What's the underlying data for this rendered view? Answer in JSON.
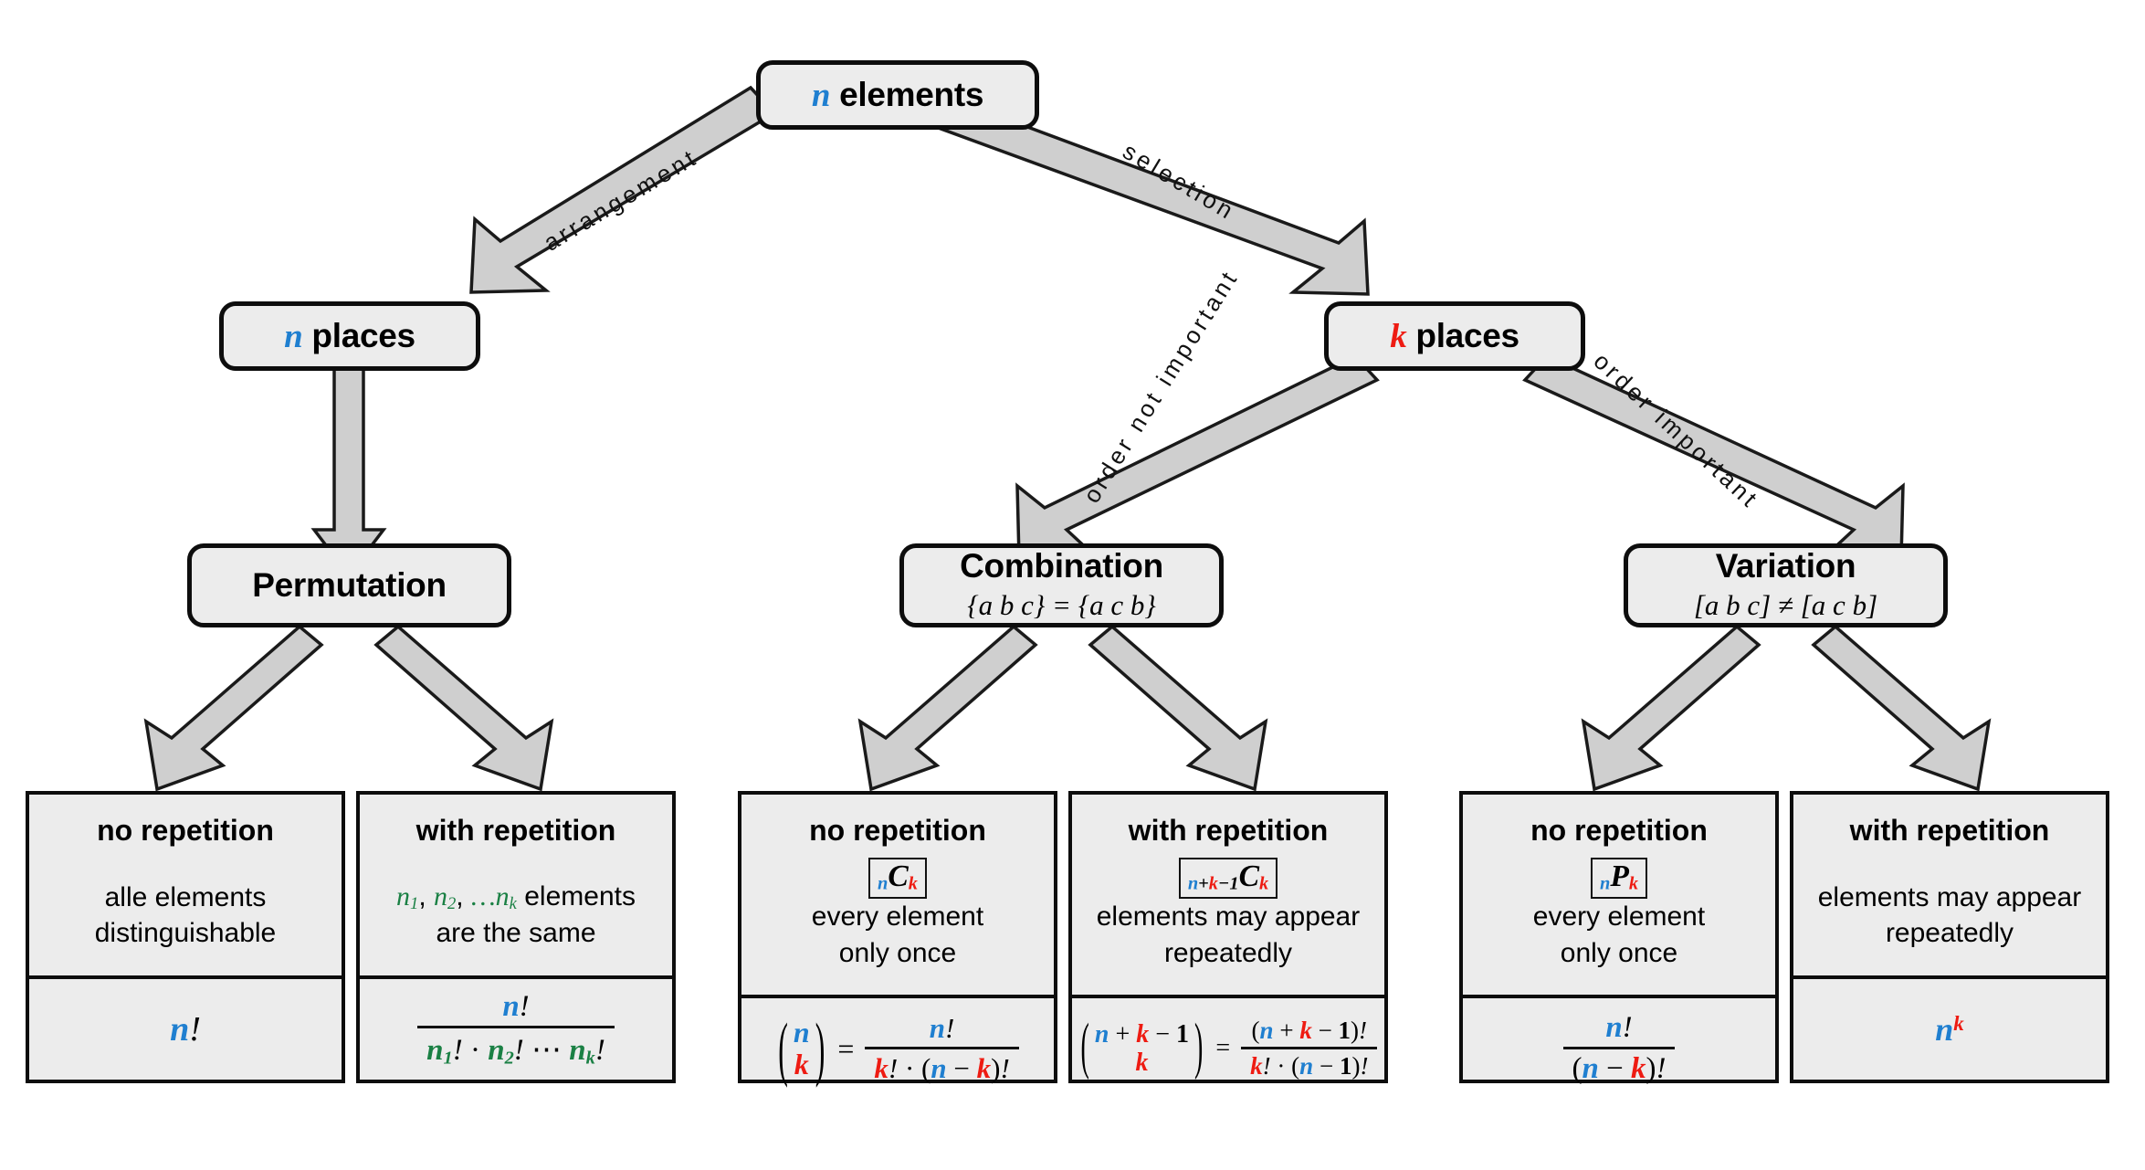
{
  "diagram": {
    "title": "Combinatorics decision tree",
    "colors": {
      "n_blue": "#1f7fd0",
      "k_red": "#ee1b12",
      "green": "#1a8044",
      "node_fill": "#ececec",
      "node_stroke": "#0d0d0d",
      "arrow_fill": "#cfcfcf",
      "arrow_stroke": "#1a1a1a",
      "background": "#ffffff"
    }
  },
  "nodes": {
    "root": {
      "var": "n",
      "label": "elements"
    },
    "n_places": {
      "var": "n",
      "label": "places"
    },
    "k_places": {
      "var": "k",
      "label": "places"
    },
    "permutation": {
      "title": "Permutation",
      "sub": ""
    },
    "combination": {
      "title": "Combination",
      "sub": "{a b c} = {a c b}"
    },
    "variation": {
      "title": "Variation",
      "sub": "[a b c] ≠ [a c b]"
    }
  },
  "edges": [
    {
      "id": "arrangement",
      "label": "arrangement",
      "from": "root",
      "to": "n_places"
    },
    {
      "id": "selection",
      "label": "selection",
      "from": "root",
      "to": "k_places"
    },
    {
      "id": "n-places-to-permutation",
      "label": "",
      "from": "n_places",
      "to": "permutation"
    },
    {
      "id": "order-not-important",
      "label": "order not important",
      "from": "k_places",
      "to": "combination"
    },
    {
      "id": "order-important",
      "label": "order important",
      "from": "k_places",
      "to": "variation"
    },
    {
      "id": "permutation-no-rep",
      "label": "",
      "from": "permutation",
      "to": "leaf1"
    },
    {
      "id": "permutation-with-rep",
      "label": "",
      "from": "permutation",
      "to": "leaf2"
    },
    {
      "id": "combination-no-rep",
      "label": "",
      "from": "combination",
      "to": "leaf3"
    },
    {
      "id": "combination-with-rep",
      "label": "",
      "from": "combination",
      "to": "leaf4"
    },
    {
      "id": "variation-no-rep",
      "label": "",
      "from": "variation",
      "to": "leaf5"
    },
    {
      "id": "variation-with-rep",
      "label": "",
      "from": "variation",
      "to": "leaf6"
    }
  ],
  "leaves": [
    {
      "id": "permutation-no-repetition",
      "head": "no repetition",
      "badge": "",
      "desc_line1": "alle elements",
      "desc_line2": "distinguishable",
      "formula_text": "n!"
    },
    {
      "id": "permutation-with-repetition",
      "head": "with repetition",
      "badge": "",
      "desc_line1": "n₁, n₂, … nₖ elements",
      "desc_line2": "are the same",
      "formula_text": "n! / (n₁! · n₂! ⋯ nₖ!)"
    },
    {
      "id": "combination-no-repetition",
      "head": "no repetition",
      "badge": "nCk",
      "desc_line1": "every element",
      "desc_line2": "only once",
      "formula_text": "(n over k) = n! / (k! · (n − k)!)"
    },
    {
      "id": "combination-with-repetition",
      "head": "with repetition",
      "badge": "n+k-1Ck",
      "desc_line1": "elements may appear",
      "desc_line2": "repeatedly",
      "formula_text": "(n + k − 1 over k) = (n + k − 1)! / (k! · (n − 1)!)"
    },
    {
      "id": "variation-no-repetition",
      "head": "no repetition",
      "badge": "nPk",
      "desc_line1": "every element",
      "desc_line2": "only once",
      "formula_text": "n! / (n − k)!"
    },
    {
      "id": "variation-with-repetition",
      "head": "with repetition",
      "badge": "",
      "desc_line1": "elements may appear",
      "desc_line2": "repeatedly",
      "formula_text": "n^k"
    }
  ],
  "symbols": {
    "n": "n",
    "k": "k",
    "factorial": "!",
    "dot": "·",
    "minus": "−",
    "plus": "+",
    "one": "1",
    "equals": "=",
    "ellipsis": "⋯",
    "C": "C",
    "P": "P",
    "n1": "n₁",
    "n2": "n₂",
    "nk": "nₖ"
  }
}
